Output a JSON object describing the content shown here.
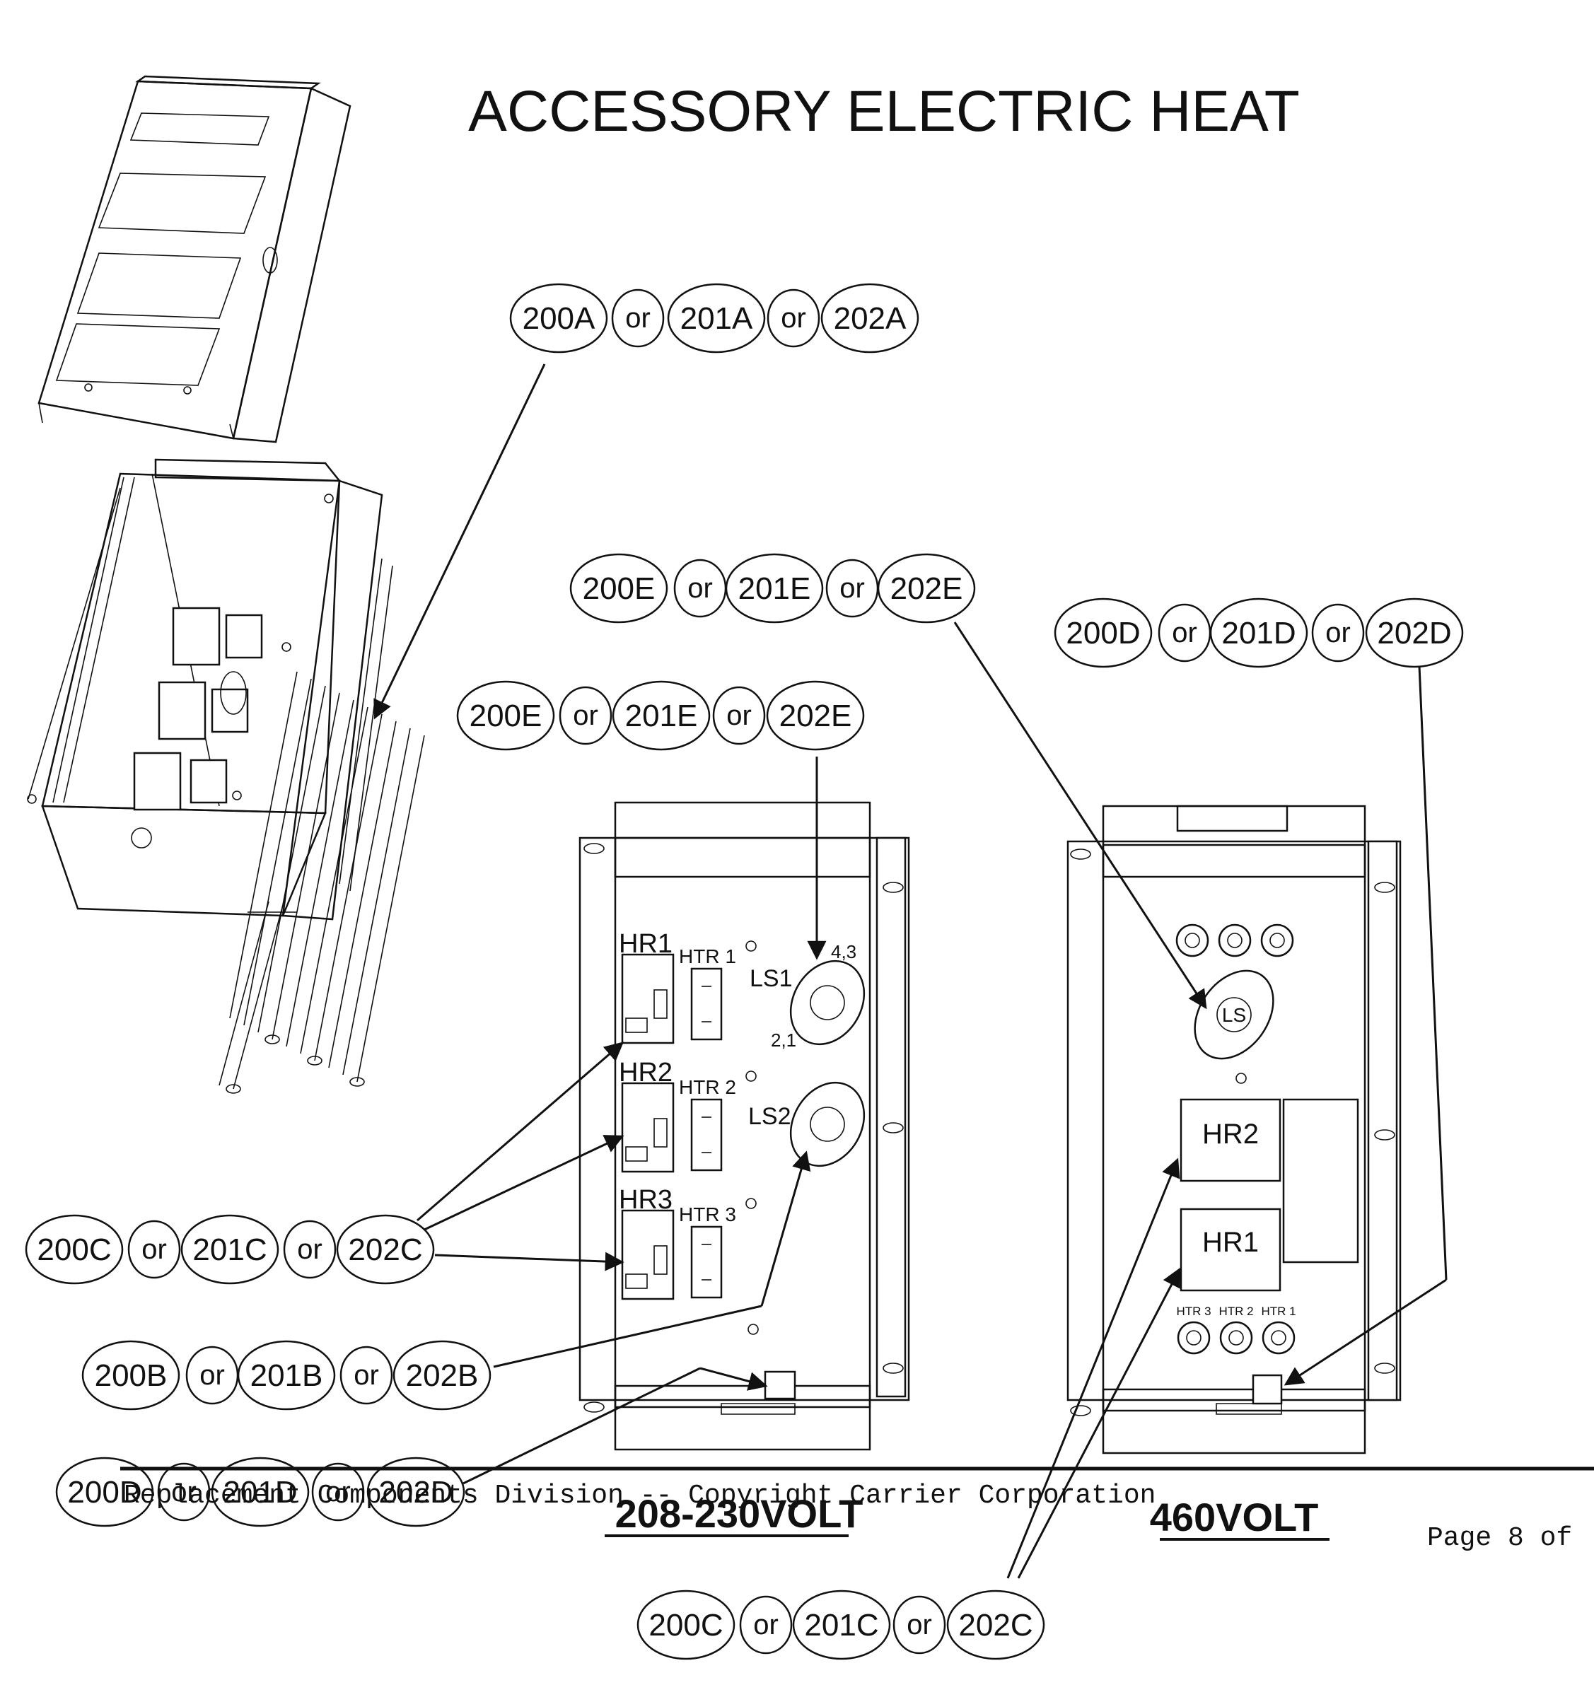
{
  "title": "ACCESSORY ELECTRIC HEAT",
  "separator": "or",
  "callouts": {
    "a_top": [
      "200A",
      "201A",
      "202A"
    ],
    "e_upper": [
      "200E",
      "201E",
      "202E"
    ],
    "d_right": [
      "200D",
      "201D",
      "202D"
    ],
    "e_lower": [
      "200E",
      "201E",
      "202E"
    ],
    "c_left": [
      "200C",
      "201C",
      "202C"
    ],
    "b_left": [
      "200B",
      "201B",
      "202B"
    ],
    "d_bottom": [
      "200D",
      "201D",
      "202D"
    ],
    "c_bottom": [
      "200C",
      "201C",
      "202C"
    ]
  },
  "panel_208": {
    "relays": [
      "HR1",
      "HR2",
      "HR3"
    ],
    "heaters": [
      "HTR 1",
      "HTR 2",
      "HTR 3"
    ],
    "limit_switches": [
      "LS1",
      "LS2"
    ],
    "terminal_top": "4,3",
    "terminal_bottom": "2,1"
  },
  "panel_460": {
    "limit_switch": "LS",
    "relays": [
      "HR2",
      "HR1"
    ],
    "heaters": [
      "HTR 3",
      "HTR 2",
      "HTR 1"
    ]
  },
  "voltage_labels": {
    "left": "208-230VOLT",
    "right": "460VOLT"
  },
  "footer": {
    "text": "Replacement Components Division -- Copyright  Carrier Corporation",
    "page": "Page 8 of"
  }
}
